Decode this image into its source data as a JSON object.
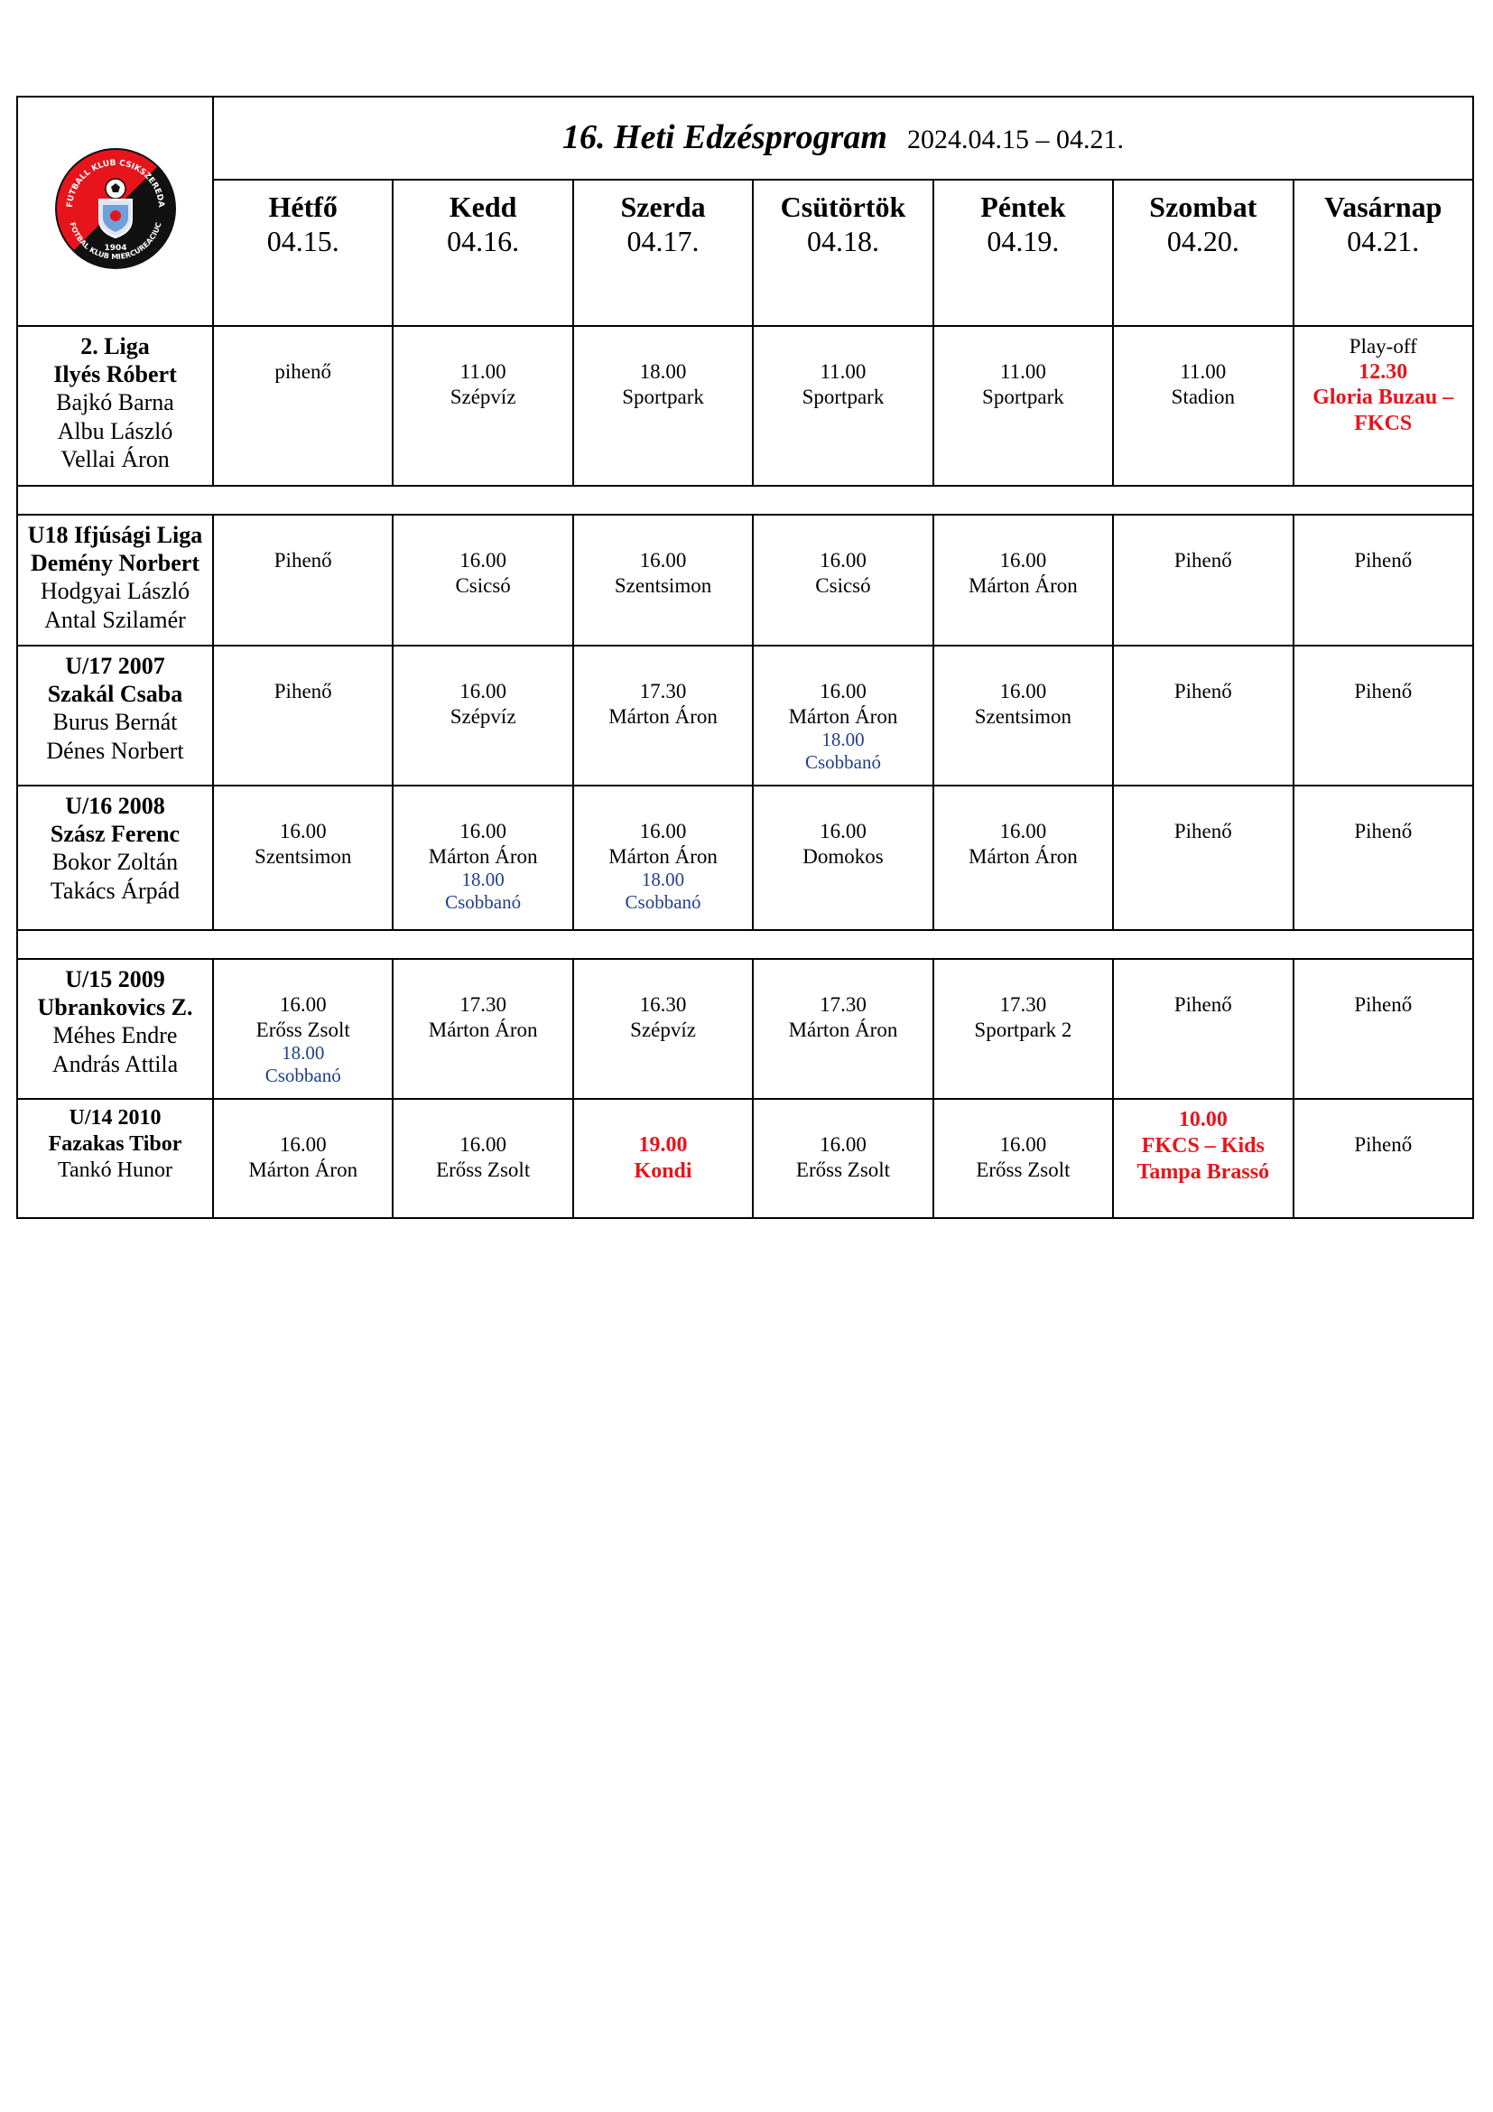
{
  "club": {
    "logo_ring_top": "FUTBALL KLUB CSIKSZEREDA",
    "logo_ring_bottom": "FOTBAL KLUB MIERCUREACIUC",
    "logo_year": "1904",
    "colors": {
      "red": "#e8141c",
      "black": "#111111",
      "blue_sub": "#1f3f8a"
    }
  },
  "header": {
    "title": "16. Heti Edzésprogram",
    "range": "2024.04.15 – 04.21."
  },
  "days": [
    {
      "name": "Hétfő",
      "date": "04.15."
    },
    {
      "name": "Kedd",
      "date": "04.16."
    },
    {
      "name": "Szerda",
      "date": "04.17."
    },
    {
      "name": "Csütörtök",
      "date": "04.18."
    },
    {
      "name": "Péntek",
      "date": "04.19."
    },
    {
      "name": "Szombat",
      "date": "04.20."
    },
    {
      "name": "Vasárnap",
      "date": "04.21."
    }
  ],
  "teams": {
    "liga2": {
      "name": "2. Liga",
      "coach": "Ilyés Róbert",
      "staff": [
        "Bajkó Barna",
        "Albu László",
        "Vellai Áron"
      ],
      "slots": [
        {
          "l1": "pihenő"
        },
        {
          "l1": "11.00",
          "l2": "Szépvíz"
        },
        {
          "l1": "18.00",
          "l2": "Sportpark"
        },
        {
          "l1": "11.00",
          "l2": "Sportpark"
        },
        {
          "l1": "11.00",
          "l2": "Sportpark"
        },
        {
          "l1": "11.00",
          "l2": "Stadion"
        },
        {
          "l1": "Play-off",
          "r1": "12.30",
          "r2": "Gloria Buzau –",
          "r3": "FKCS"
        }
      ]
    },
    "u18": {
      "name": "U18 Ifjúsági Liga",
      "coach": "Demény Norbert",
      "staff": [
        "Hodgyai László",
        "Antal Szilamér"
      ],
      "slots": [
        {
          "l1": "Pihenő"
        },
        {
          "l1": "16.00",
          "l2": "Csicsó"
        },
        {
          "l1": "16.00",
          "l2": "Szentsimon"
        },
        {
          "l1": "16.00",
          "l2": "Csicsó"
        },
        {
          "l1": "16.00",
          "l2": "Márton Áron"
        },
        {
          "l1": "Pihenő"
        },
        {
          "l1": "Pihenő"
        }
      ]
    },
    "u17": {
      "name": "U/17 2007",
      "coach": "Szakál Csaba",
      "staff": [
        "Burus Bernát",
        "Dénes Norbert"
      ],
      "slots": [
        {
          "l1": "Pihenő"
        },
        {
          "l1": "16.00",
          "l2": "Szépvíz"
        },
        {
          "l1": "17.30",
          "l2": "Márton Áron"
        },
        {
          "l1": "16.00",
          "l2": "Márton Áron",
          "s1": "18.00",
          "s2": "Csobbanó"
        },
        {
          "l1": "16.00",
          "l2": "Szentsimon"
        },
        {
          "l1": "Pihenő"
        },
        {
          "l1": "Pihenő"
        }
      ]
    },
    "u16": {
      "name": "U/16 2008",
      "coach": "Szász Ferenc",
      "staff": [
        "Bokor Zoltán",
        "Takács Árpád"
      ],
      "slots": [
        {
          "l1": "16.00",
          "l2": "Szentsimon"
        },
        {
          "l1": "16.00",
          "l2": "Márton Áron",
          "s1": "18.00",
          "s2": "Csobbanó"
        },
        {
          "l1": "16.00",
          "l2": "Márton Áron",
          "s1": "18.00",
          "s2": "Csobbanó"
        },
        {
          "l1": "16.00",
          "l2": "Domokos"
        },
        {
          "l1": "16.00",
          "l2": "Márton Áron"
        },
        {
          "l1": "Pihenő"
        },
        {
          "l1": "Pihenő"
        }
      ]
    },
    "u15": {
      "name": "U/15 2009",
      "coach": "Ubrankovics Z.",
      "staff": [
        "Méhes Endre",
        "András Attila"
      ],
      "slots": [
        {
          "l1": "16.00",
          "l2": "Erőss Zsolt",
          "s1": "18.00",
          "s2": "Csobbanó"
        },
        {
          "l1": "17.30",
          "l2": "Márton Áron"
        },
        {
          "l1": "16.30",
          "l2": "Szépvíz"
        },
        {
          "l1": "17.30",
          "l2": "Márton Áron"
        },
        {
          "l1": "17.30",
          "l2": "Sportpark 2"
        },
        {
          "l1": "Pihenő"
        },
        {
          "l1": "Pihenő"
        }
      ]
    },
    "u14": {
      "name": "U/14 2010",
      "coach": "Fazakas Tibor",
      "staff": [
        "Tankó Hunor"
      ],
      "slots": [
        {
          "l1": "16.00",
          "l2": "Márton Áron"
        },
        {
          "l1": "16.00",
          "l2": "Erőss Zsolt"
        },
        {
          "r1": "19.00",
          "r2": "Kondi"
        },
        {
          "l1": "16.00",
          "l2": "Erőss Zsolt"
        },
        {
          "l1": "16.00",
          "l2": "Erőss Zsolt"
        },
        {
          "r1": "10.00",
          "r2": "FKCS – Kids",
          "r3": "Tampa Brassó"
        },
        {
          "l1": "Pihenő"
        }
      ]
    }
  }
}
